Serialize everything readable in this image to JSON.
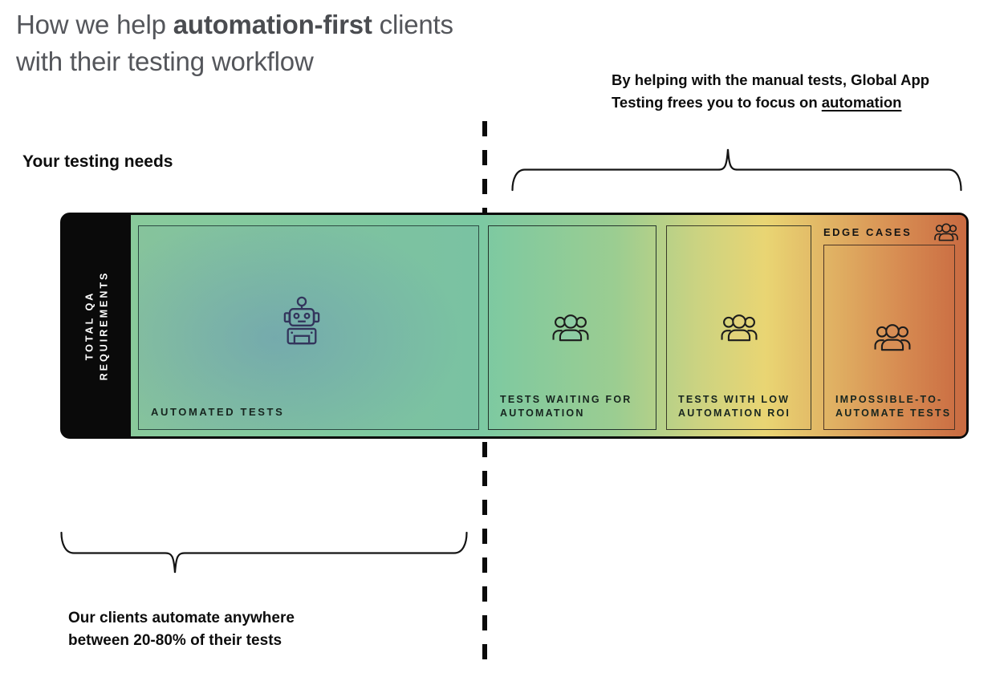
{
  "title": {
    "line1_prefix": "How we help ",
    "line1_bold": "automation-first",
    "line1_suffix": " clients",
    "line2": "with their testing workflow"
  },
  "top_note": {
    "line1": "By helping with the manual tests, Global App",
    "line2_prefix": "Testing frees you to focus on ",
    "line2_underlined": "automation"
  },
  "left_heading": "Your testing needs",
  "bottom_note": {
    "line1": "Our clients automate anywhere",
    "line2": "between 20-80% of their tests"
  },
  "bar": {
    "axis_lines": [
      "TOTAL QA",
      "REQUIREMENTS"
    ],
    "edge_cases_label": "EDGE CASES",
    "boxes": [
      {
        "icon": "robot-icon",
        "label_lines": [
          "AUTOMATED TESTS",
          ""
        ]
      },
      {
        "icon": "people-icon",
        "label_lines": [
          "TESTS WAITING FOR",
          "AUTOMATION"
        ]
      },
      {
        "icon": "people-icon",
        "label_lines": [
          "TESTS WITH LOW",
          "AUTOMATION ROI"
        ]
      },
      {
        "icon": "people-icon",
        "label_lines": [
          "IMPOSSIBLE-TO-",
          "AUTOMATE TESTS"
        ]
      }
    ]
  },
  "colors": {
    "bar_green": "#85c89b",
    "bar_yellow": "#e9d573",
    "bar_orange": "#c96a41",
    "cap_black": "#0a0a0a",
    "icon_navy": "#33355c",
    "title_gray": "#54565b",
    "text_black": "#0d0d0d"
  }
}
